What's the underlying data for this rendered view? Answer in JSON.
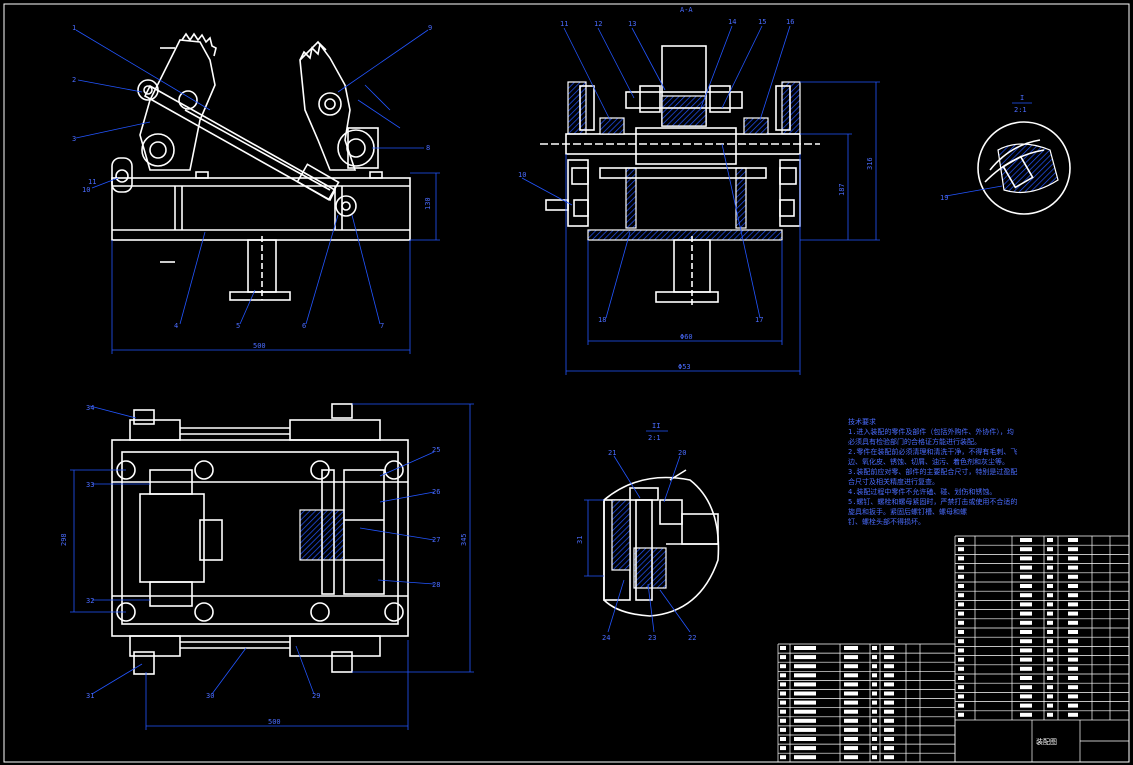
{
  "colors": {
    "background": "#000000",
    "outline": "#ffffff",
    "dimension": "#2255ff",
    "text": "#4a6cff"
  },
  "views": {
    "front": {
      "dims": [
        "130",
        "500"
      ],
      "leaders": [
        "1",
        "2",
        "3",
        "4",
        "5",
        "6",
        "7",
        "8",
        "9",
        "10",
        "11"
      ]
    },
    "section": {
      "title": "A-A",
      "dims": [
        "316",
        "187",
        "Φ60",
        "Φ53"
      ],
      "leaders": [
        "10",
        "11",
        "12",
        "13",
        "14",
        "15",
        "16",
        "17",
        "18"
      ]
    },
    "detail_i": {
      "title": "I",
      "scale": "2:1",
      "leaders": [
        "19"
      ]
    },
    "detail_ii": {
      "title": "II",
      "scale": "2:1",
      "dims": [
        "31"
      ],
      "leaders": [
        "20",
        "21",
        "22",
        "23",
        "24"
      ]
    },
    "top": {
      "dims": [
        "298",
        "345",
        "500"
      ],
      "leaders": [
        "25",
        "26",
        "27",
        "28",
        "29",
        "30",
        "31",
        "32",
        "33",
        "34"
      ]
    }
  },
  "tech_notes": [
    "技术要求",
    "1.进入装配的零件及部件（包括外购件、外协件），均",
    "必须具有检验部门的合格证方能进行装配。",
    "2.零件在装配前必须清理和清洗干净，不得有毛刺、飞",
    "边、氧化皮、锈蚀、切屑、油污、着色剂和灰尘等。",
    "3.装配前应对零、部件的主要配合尺寸，特别是过盈配",
    "合尺寸及相关精度进行复查。",
    "4.装配过程中零件不允许磕、碰、划伤和锈蚀。",
    "5.螺钉、螺栓和螺母紧固时，严禁打击或使用不合适的",
    "旋具和扳手。紧固后螺钉槽、螺母和螺",
    "钉、螺栓头部不得损坏。"
  ],
  "title_block": {
    "drawing_title": "装配图"
  }
}
